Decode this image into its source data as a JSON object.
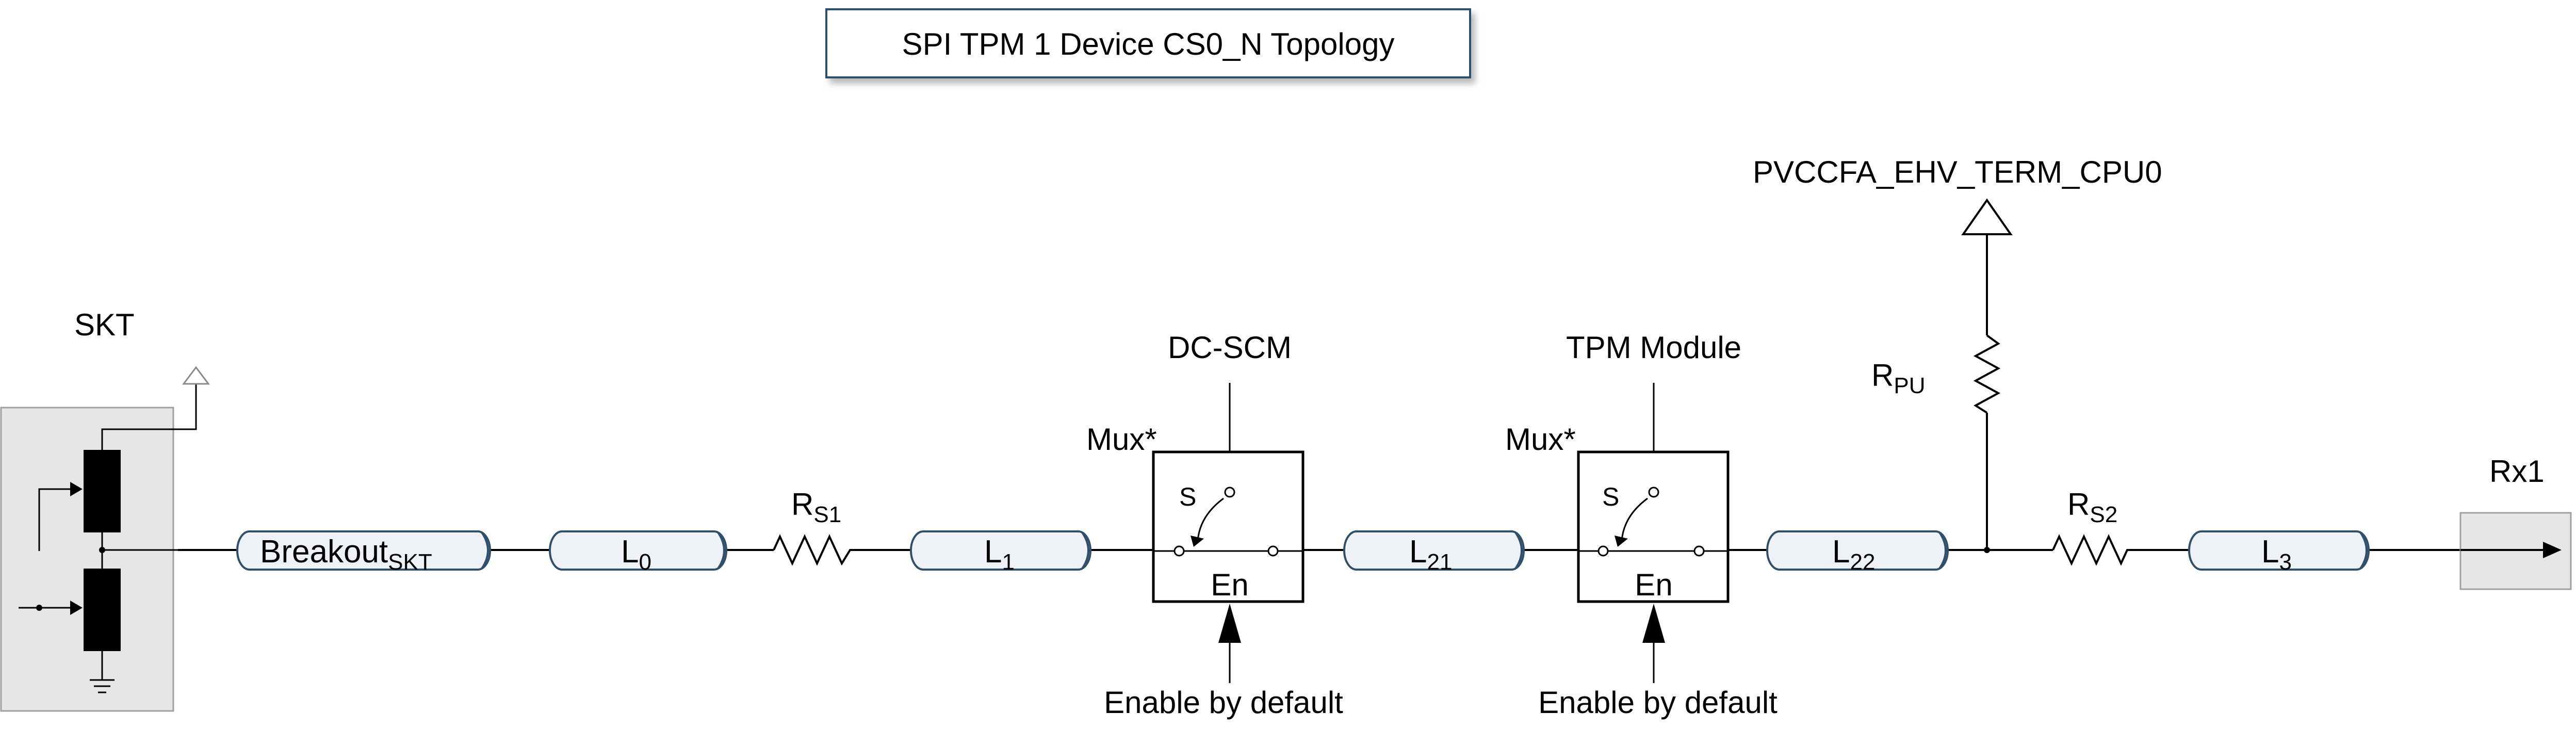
{
  "diagram": {
    "title": "SPI TPM 1 Device CS0_N Topology",
    "socket_label": "SKT",
    "receiver_label": "Rx1",
    "power_rail": "PVCCFA_EHV_TERM_CPU0",
    "pullup": {
      "main": "R",
      "sub": "PU"
    },
    "rs1": {
      "main": "R",
      "sub": "S1"
    },
    "rs2": {
      "main": "R",
      "sub": "S2"
    },
    "segments": {
      "breakout": {
        "main": "Breakout",
        "sub": "SKT"
      },
      "l0": {
        "main": "L",
        "sub": "0"
      },
      "l1": {
        "main": "L",
        "sub": "1"
      },
      "l21": {
        "main": "L",
        "sub": "21"
      },
      "l22": {
        "main": "L",
        "sub": "22"
      },
      "l3": {
        "main": "L",
        "sub": "3"
      }
    },
    "mux1": {
      "name": "Mux*",
      "source": "DC-SCM",
      "select": "S",
      "enable": "En",
      "enable_note": "Enable by default"
    },
    "mux2": {
      "name": "Mux*",
      "source": "TPM Module",
      "select": "S",
      "enable": "En",
      "enable_note": "Enable by default"
    },
    "colors": {
      "line_fill": "#eef2f6",
      "line_stroke": "#2f4f6a",
      "socket_fill": "#e6e6e6",
      "title_border": "#2f4f6a"
    }
  }
}
